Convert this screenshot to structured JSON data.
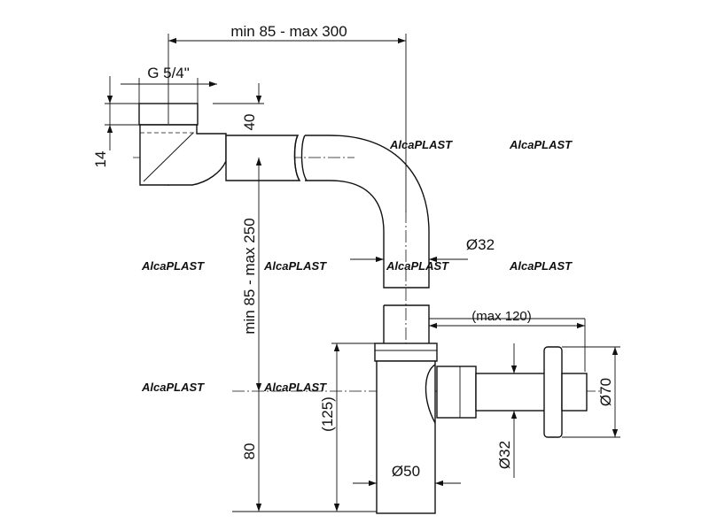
{
  "labels": {
    "width_range": "min 85 - max 300",
    "thread": "G 5/4\"",
    "height_40": "40",
    "height_14": "14",
    "height_range": "min 85 - max 250",
    "diameter_32_pipe": "Ø32",
    "max_120": "(max 120)",
    "height_125": "(125)",
    "height_80": "80",
    "diameter_50": "Ø50",
    "diameter_32_outlet": "Ø32",
    "diameter_70": "Ø70"
  },
  "watermark": "AlcaPLAST"
}
